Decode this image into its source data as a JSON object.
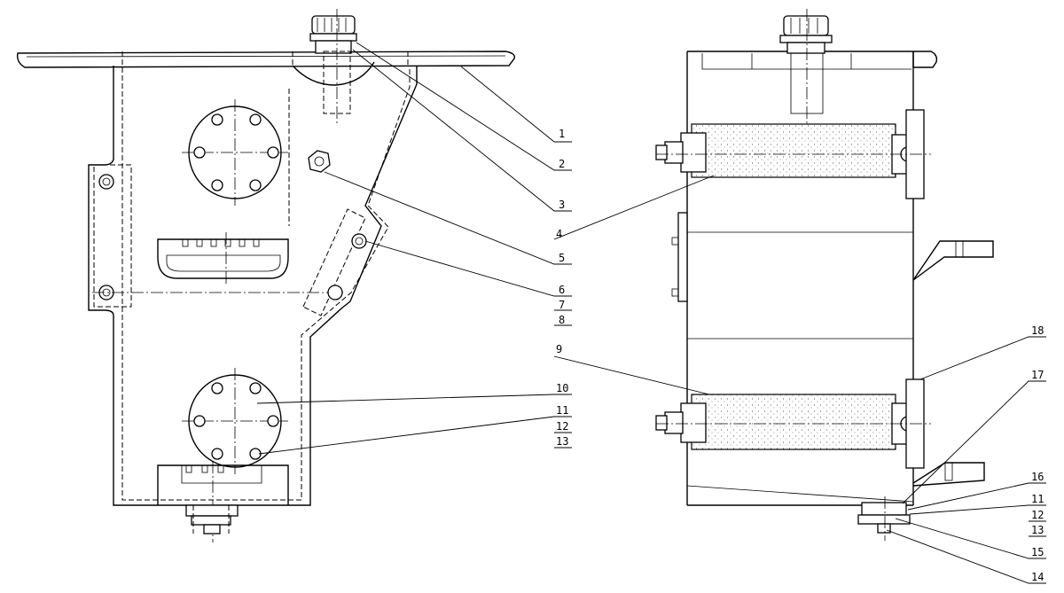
{
  "callouts": {
    "c1": "1",
    "c2": "2",
    "c3": "3",
    "c4": "4",
    "c5": "5",
    "c6": "6",
    "c7": "7",
    "c8": "8",
    "c9": "9",
    "c10": "10",
    "c11": "11",
    "c12": "12",
    "c13": "13",
    "c18": "18",
    "c17": "17",
    "c16": "16",
    "c11b": "11",
    "c12b": "12",
    "c13b": "13",
    "c15": "15",
    "c14": "14"
  }
}
